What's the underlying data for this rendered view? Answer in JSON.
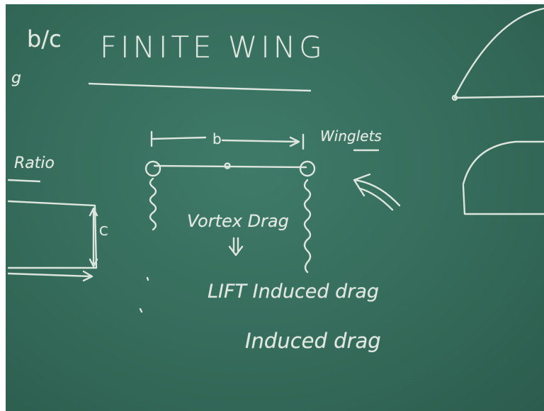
{
  "board": {
    "title": "FINITE WING",
    "corner_fraction": "b/c",
    "left_edge_word": "g",
    "left_edge_label": "Ratio",
    "span_label": "b",
    "winglets_label": "Winglets",
    "chord_label": "C",
    "line1": "Vortex Drag",
    "line2": "LIFT Induced drag",
    "line3": "Induced drag"
  },
  "colors": {
    "board": "#356b5a",
    "chalk": "#eef2ec"
  }
}
